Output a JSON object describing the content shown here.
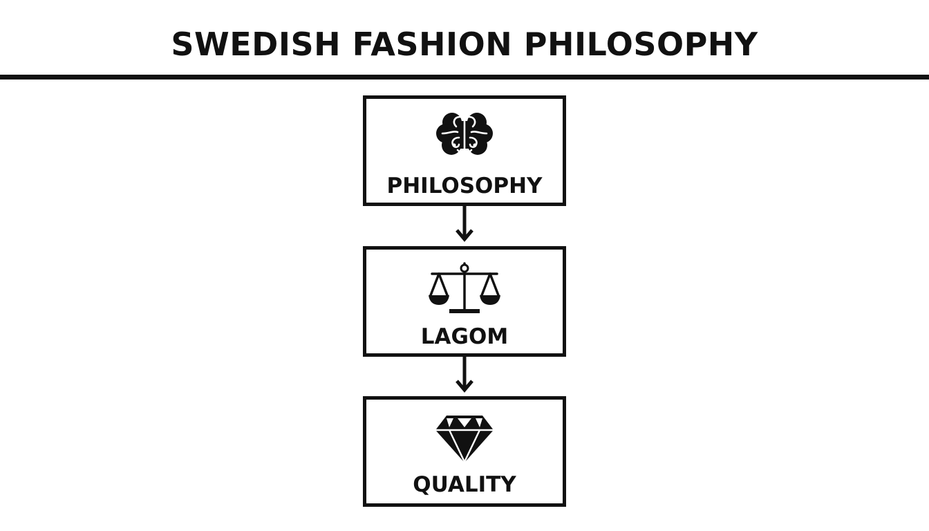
{
  "title": "SWEDISH FASHION PHILOSOPHY",
  "flow": {
    "nodes": [
      {
        "label": "PHILOSOPHY",
        "icon": "brain-icon"
      },
      {
        "label": "LAGOM",
        "icon": "balance-scale-icon"
      },
      {
        "label": "QUALITY",
        "icon": "diamond-icon"
      }
    ]
  },
  "colors": {
    "ink": "#111111",
    "background": "#ffffff"
  }
}
